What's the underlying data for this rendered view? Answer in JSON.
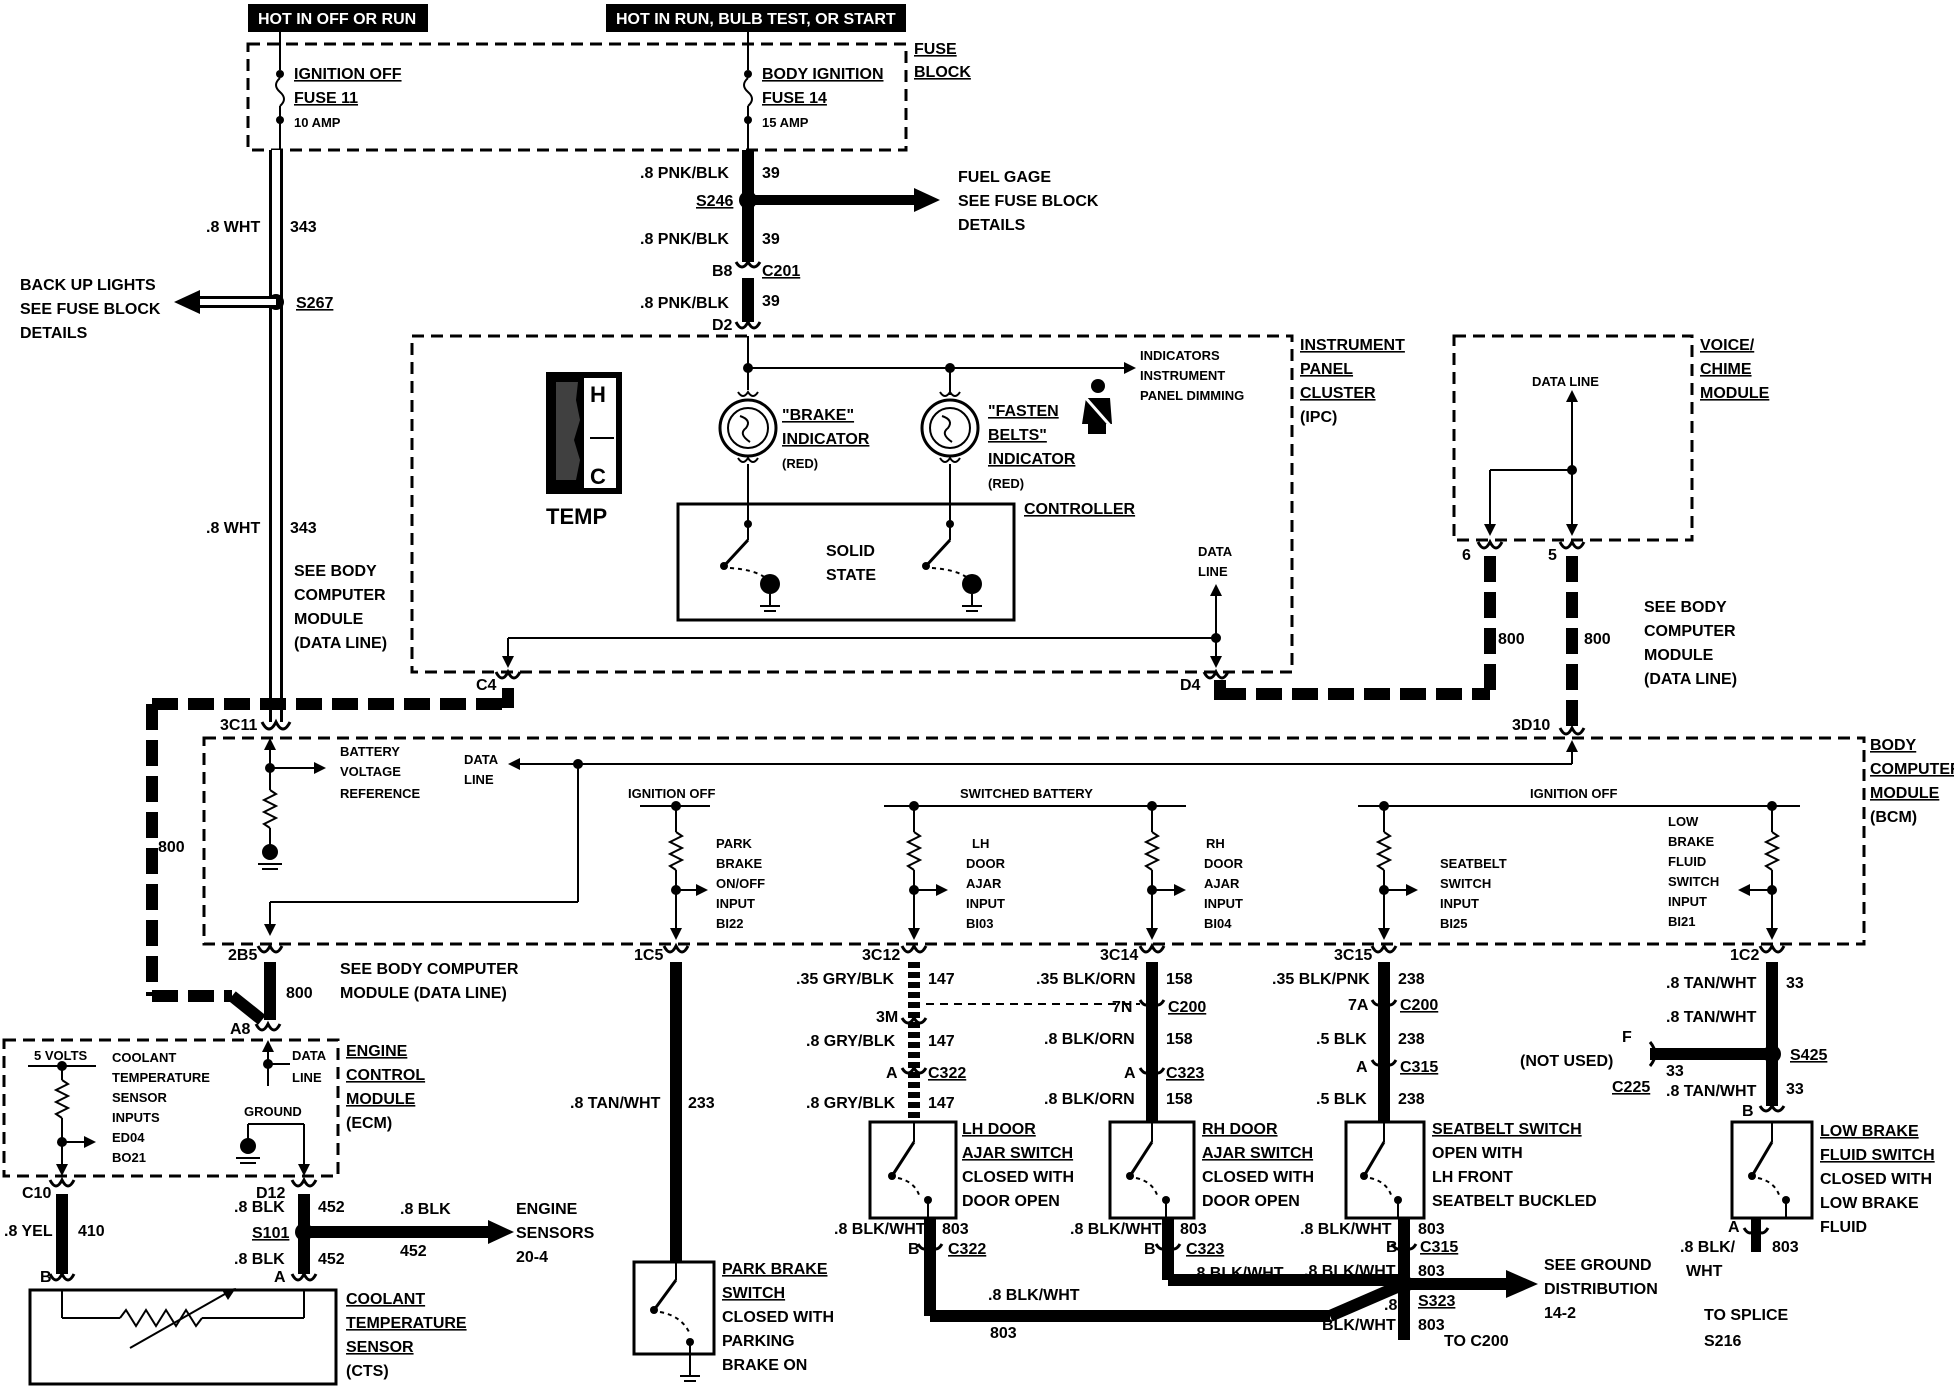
{
  "header": {
    "hot_off_run": "HOT IN OFF OR RUN",
    "hot_run_start": "HOT IN RUN, BULB TEST, OR START"
  },
  "fuse_block": {
    "label_1": "FUSE",
    "label_2": "BLOCK",
    "fuse11": [
      "IGNITION OFF",
      "FUSE 11",
      "10 AMP"
    ],
    "fuse14": [
      "BODY IGNITION",
      "FUSE 14",
      "15 AMP"
    ]
  },
  "left_top": {
    "wht_1": ".8 WHT",
    "ckt_343_1": "343",
    "wht_2": ".8 WHT",
    "ckt_343_2": "343",
    "s267": "S267",
    "backup": [
      "BACK UP LIGHTS",
      "SEE FUSE BLOCK",
      "DETAILS"
    ],
    "see_bcm": [
      "SEE BODY",
      "COMPUTER",
      "MODULE",
      "(DATA LINE)"
    ]
  },
  "center_top": {
    "pnk_1": ".8 PNK/BLK",
    "c39_1": "39",
    "s246": "S246",
    "pnk_2": ".8 PNK/BLK",
    "c39_2": "39",
    "b8": "B8",
    "c201": "C201",
    "pnk_3": ".8 PNK/BLK",
    "c39_3": "39",
    "d2": "D2",
    "fuel_gage": [
      "FUEL GAGE",
      "SEE FUSE BLOCK",
      "DETAILS"
    ]
  },
  "ipc": {
    "title": [
      "INSTRUMENT",
      "PANEL",
      "CLUSTER",
      "(IPC)"
    ],
    "indicators": [
      "INDICATORS",
      "INSTRUMENT",
      "PANEL DIMMING"
    ],
    "brake": [
      "\"BRAKE\"",
      "INDICATOR",
      "(RED)"
    ],
    "fasten": [
      "\"FASTEN",
      "BELTS\"",
      "INDICATOR",
      "(RED)"
    ],
    "temp": "TEMP",
    "temp_h": "H",
    "temp_c": "C",
    "controller": "CONTROLLER",
    "solid_state": [
      "SOLID",
      "STATE"
    ],
    "data_line": [
      "DATA",
      "LINE"
    ],
    "c4": "C4",
    "d4": "D4"
  },
  "voice": {
    "title": [
      "VOICE/",
      "CHIME",
      "MODULE"
    ],
    "data_line": "DATA LINE",
    "pin6": "6",
    "pin5": "5",
    "w800a": "800",
    "w800b": "800",
    "see_bcm": [
      "SEE BODY",
      "COMPUTER",
      "MODULE",
      "(DATA LINE)"
    ]
  },
  "bcm": {
    "title": [
      "BODY",
      "COMPUTER",
      "MODULE",
      "(BCM)"
    ],
    "c3c11": "3C11",
    "c3d10": "3D10",
    "battery_ref": [
      "BATTERY",
      "VOLTAGE",
      "REFERENCE"
    ],
    "data_line": [
      "DATA",
      "LINE"
    ],
    "ign_off_1": "IGNITION OFF",
    "switched_batt": "SWITCHED BATTERY",
    "ign_off_2": "IGNITION OFF",
    "park_input": [
      "PARK",
      "BRAKE",
      "ON/OFF",
      "INPUT",
      "BI22"
    ],
    "lh_input": [
      "LH",
      "DOOR",
      "AJAR",
      "INPUT",
      "BI03"
    ],
    "rh_input": [
      "RH",
      "DOOR",
      "AJAR",
      "INPUT",
      "BI04"
    ],
    "seat_input": [
      "SEATBELT",
      "SWITCH",
      "INPUT",
      "BI25"
    ],
    "fluid_input": [
      "LOW",
      "BRAKE",
      "FLUID",
      "SWITCH",
      "INPUT",
      "BI21"
    ],
    "w800": "800",
    "p2b5": "2B5",
    "p1c5": "1C5",
    "p3c12": "3C12",
    "p3c14": "3C14",
    "p3c15": "3C15",
    "p1c2": "1C2",
    "see_bcm_bottom": [
      "SEE BODY COMPUTER",
      "MODULE (DATA LINE)"
    ],
    "w800_b": "800"
  },
  "ecm": {
    "title": [
      "ENGINE",
      "CONTROL",
      "MODULE",
      "(ECM)"
    ],
    "a8": "A8",
    "five_volts": "5 VOLTS",
    "coolant_inputs": [
      "COOLANT",
      "TEMPERATURE",
      "SENSOR",
      "INPUTS",
      "ED04",
      "BO21"
    ],
    "data_line": [
      "DATA",
      "LINE"
    ],
    "ground": "GROUND",
    "c10": "C10",
    "d12": "D12"
  },
  "cts": {
    "yel": ".8 YEL",
    "c410": "410",
    "b": "B",
    "blk_1": ".8 BLK",
    "c452_1": "452",
    "s101": "S101",
    "blk_2": ".8 BLK",
    "c452_2": "452",
    "a": "A",
    "blk_3": ".8 BLK",
    "c452_3": "452",
    "engine_sensors": [
      "ENGINE",
      "SENSORS",
      "20-4"
    ],
    "title": [
      "COOLANT",
      "TEMPERATURE",
      "SENSOR",
      "(CTS)"
    ]
  },
  "park": {
    "tan": ".8 TAN/WHT",
    "c233": "233",
    "title": [
      "PARK BRAKE",
      "SWITCH",
      "CLOSED WITH",
      "PARKING",
      "BRAKE ON"
    ]
  },
  "lh": {
    "w1": ".35 GRY/BLK",
    "c1": "147",
    "p3m": "3M",
    "w2": ".8 GRY/BLK",
    "c2": "147",
    "pa": "A",
    "c322": "C322",
    "w3": ".8 GRY/BLK",
    "c3": "147",
    "title": [
      "LH DOOR",
      "AJAR SWITCH",
      "CLOSED WITH",
      "DOOR OPEN"
    ],
    "bw": ".8 BLK/WHT",
    "c803": "803",
    "pb": "B",
    "c322b": "C322"
  },
  "rh": {
    "w1": ".35 BLK/ORN",
    "c1": "158",
    "p7n": "7N",
    "c200": "C200",
    "w2": ".8 BLK/ORN",
    "c2": "158",
    "pa": "A",
    "c323": "C323",
    "w3": ".8 BLK/ORN",
    "c3": "158",
    "title": [
      "RH DOOR",
      "AJAR SWITCH",
      "CLOSED WITH",
      "DOOR OPEN"
    ],
    "bw": ".8 BLK/WHT",
    "c803": "803",
    "pb": "B",
    "c323b": "C323"
  },
  "seat": {
    "w1": ".35 BLK/PNK",
    "c1": "238",
    "p7a": "7A",
    "c200": "C200",
    "w2": ".5 BLK",
    "c2": "238",
    "pa": "A",
    "c315": "C315",
    "w3": ".5 BLK",
    "c3": "238",
    "title": [
      "SEATBELT SWITCH",
      "OPEN WITH",
      "LH FRONT",
      "SEATBELT  BUCKLED"
    ],
    "bw": ".8 BLK/WHT",
    "c803": "803",
    "pb": "B",
    "c315b": "C315"
  },
  "fluid": {
    "w1": ".8 TAN/WHT",
    "c1": "33",
    "w2": ".8 TAN/WHT",
    "f": "F",
    "not_used": "(NOT USED)",
    "c225": "C225",
    "c33b": "33",
    "s425": "S425",
    "w3": ".8 TAN/WHT",
    "c3": "33",
    "pb": "B",
    "title": [
      "LOW BRAKE",
      "FLUID SWITCH",
      "CLOSED WITH",
      "LOW BRAKE",
      "FLUID"
    ],
    "pa": "A",
    "bw": ".8 BLK/",
    "bw2": "WHT",
    "c803": "803",
    "to_splice": [
      "TO SPLICE",
      "S216"
    ]
  },
  "ground_bus": {
    "w1": ".8 BLK/WHT",
    "c1": "803",
    "w2": ".8 BLK/WHT",
    "w3": ".8 BLK/WHT",
    "c803a": "803",
    "s323": "S323",
    "c803b": "803",
    "w4a": ".8",
    "w4b": "BLK/WHT",
    "to_c200": "TO C200",
    "see_ground": [
      "SEE GROUND",
      "DISTRIBUTION",
      "14-2"
    ]
  }
}
